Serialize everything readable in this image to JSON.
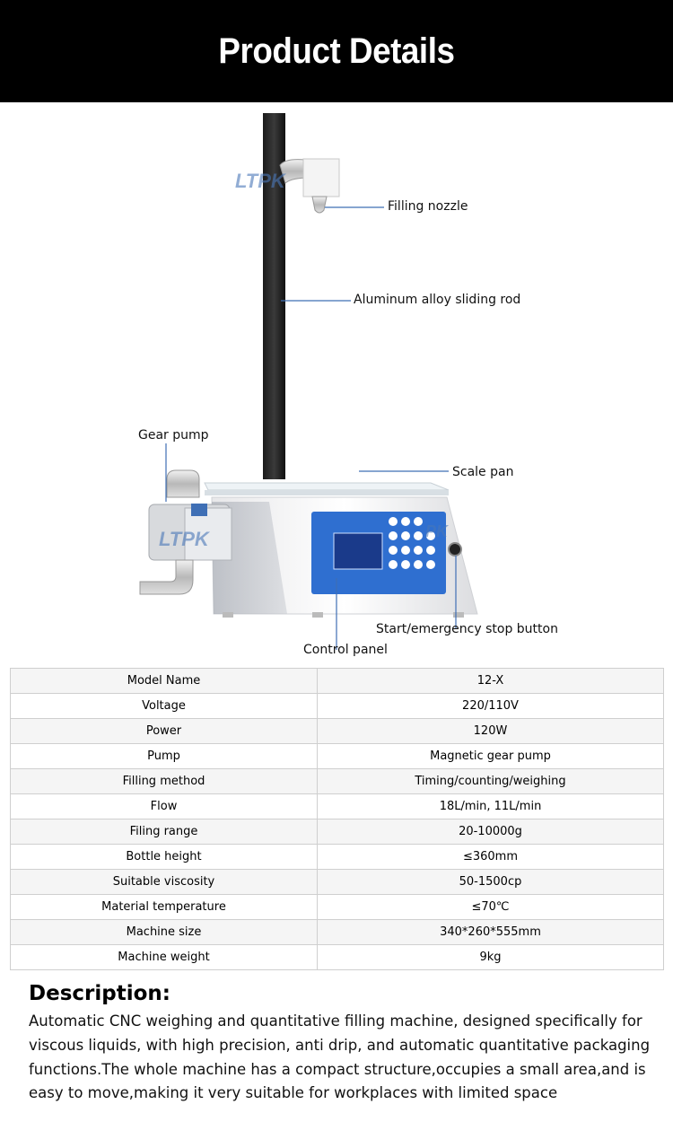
{
  "header": {
    "title": "Product Details"
  },
  "figure": {
    "watermark": "LTPK",
    "callouts": [
      "Filling nozzle",
      "Aluminum alloy sliding rod",
      "Gear pump",
      "Scale pan",
      "Start/emergency stop button",
      "Control panel"
    ],
    "accent_color": "#3f6fb5"
  },
  "specs": {
    "rows": [
      {
        "key": "Model Name",
        "value": "12-X"
      },
      {
        "key": "Voltage",
        "value": "220/110V"
      },
      {
        "key": "Power",
        "value": "120W"
      },
      {
        "key": "Pump",
        "value": "Magnetic gear pump"
      },
      {
        "key": "Filling method",
        "value": "Timing/counting/weighing"
      },
      {
        "key": "Flow",
        "value": "18L/min, 11L/min"
      },
      {
        "key": "Filing range",
        "value": "20-10000g"
      },
      {
        "key": "Bottle height",
        "value": "≤360mm"
      },
      {
        "key": "Suitable viscosity",
        "value": "50-1500cp"
      },
      {
        "key": "Material temperature",
        "value": "≤70℃"
      },
      {
        "key": "Machine size",
        "value": "340*260*555mm"
      },
      {
        "key": "Machine weight",
        "value": "9kg"
      }
    ]
  },
  "description": {
    "title": "Description:",
    "body": "Automatic CNC weighing and quantitative filling machine, designed specifically for viscous liquids, with high precision, anti drip, and automatic quantitative packaging functions.The whole machine has a compact structure,occupies a small area,and is easy to move,making it very suitable for workplaces with limited space"
  }
}
